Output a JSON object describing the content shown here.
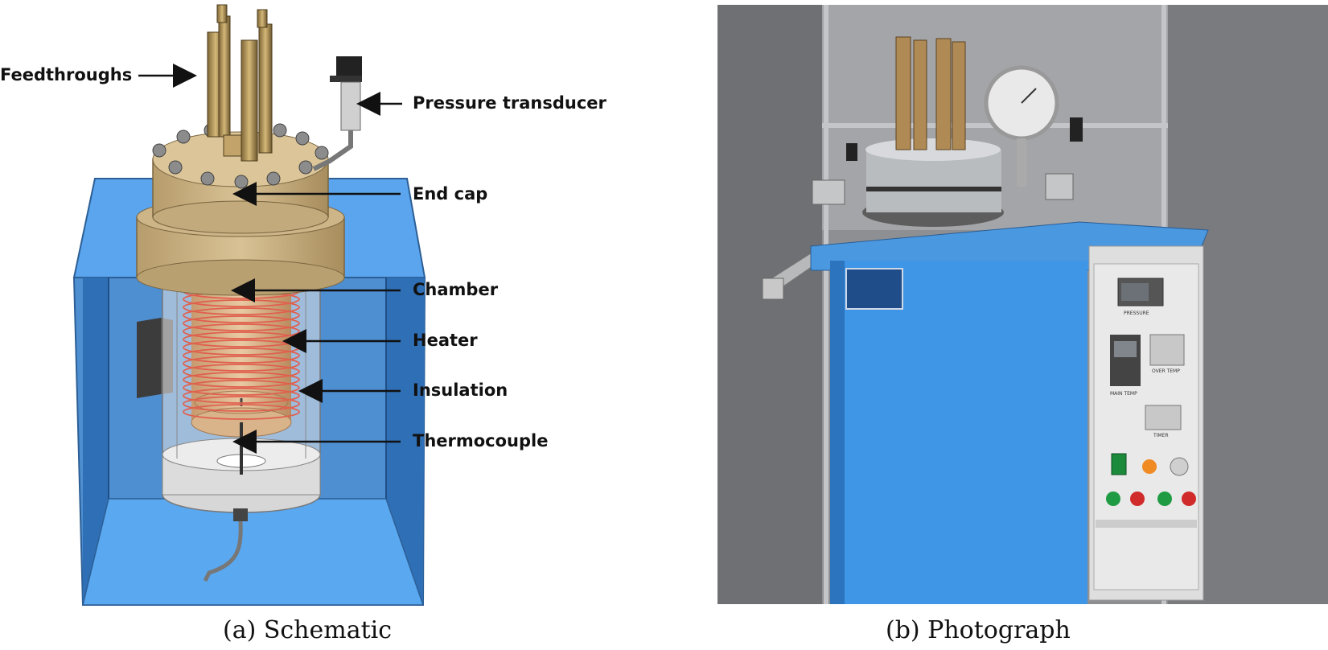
{
  "schematic": {
    "labels": {
      "feedthroughs": "Feedthroughs",
      "pressure_transducer": "Pressure transducer",
      "end_cap": "End cap",
      "chamber": "Chamber",
      "heater": "Heater",
      "insulation": "Insulation",
      "thermocouple": "Thermocouple"
    },
    "caption": "(a) Schematic"
  },
  "photo": {
    "caption": "(b) Photograph",
    "panel_labels": {
      "pressure": "PRESSURE",
      "over_temp": "OVER TEMP",
      "main_temp": "MAIN TEMP",
      "timer": "TIMER"
    }
  },
  "colors": {
    "cabinet_blue": "#4f9be6",
    "cabinet_dark": "#2f6fb5",
    "end_cap_tan": "#c9b080",
    "heater_coil": "#e06050",
    "brass": "#b89a5a",
    "insulation_gray": "#d9d9d9"
  }
}
